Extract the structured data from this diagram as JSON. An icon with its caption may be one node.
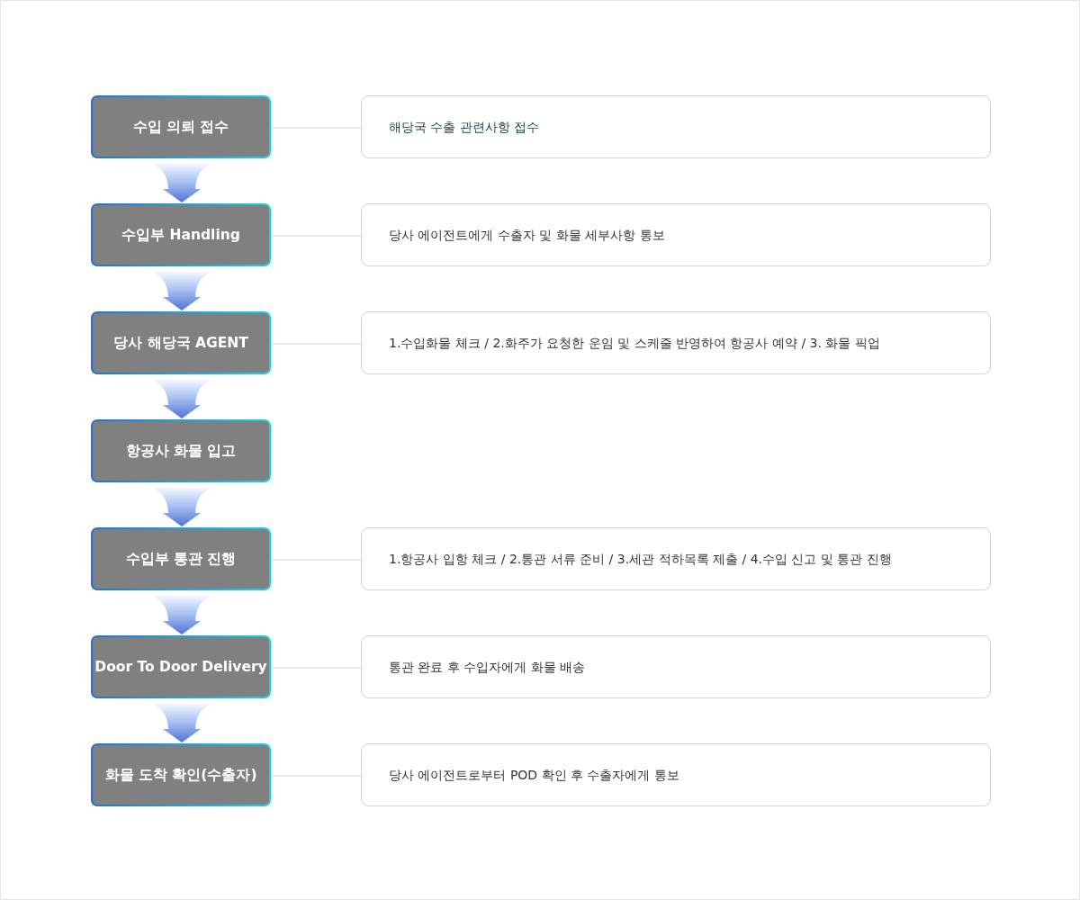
{
  "diagram": {
    "nodes": [
      {
        "text": [
          "수입 의뢰 접수"
        ]
      },
      {
        "text": [
          "해당국 수출 관련사항 접수"
        ]
      },
      {
        "text": [
          "수입부 Handling"
        ]
      },
      {
        "text": [
          "당사 에이전트에게 수출자 및 화물 세부사항 통보"
        ]
      },
      {
        "text": [
          "당사 해당국 AGENT"
        ]
      },
      {
        "text": [
          "1.수입화물 체크 / 2.화주가 요청한 운임 및 스케줄 반영하여 항공사 예약 / 3. 화물 픽업"
        ]
      },
      {
        "text": [
          "항공사 화물 입고"
        ]
      },
      {
        "text": [
          "수입부 통관 진행"
        ]
      },
      {
        "text": [
          "1.항공사 입항 체크 / 2.통관 서류 준비 / 3.세관 적하목록 제출 / 4.수입 신고 및 통관 진행"
        ]
      },
      {
        "text": [
          "Door To Door Delivery"
        ]
      },
      {
        "text": [
          "통관 완료 후 수입자에게 화물 배송"
        ]
      },
      {
        "text": [
          "화물 도착 확인(수출자)"
        ]
      },
      {
        "text": [
          "당사 에이전트로부터 POD 확인 후 수출자에게 통보"
        ]
      }
    ],
    "edges": [
      {
        "from": 0,
        "to": 1,
        "arrow": "none"
      },
      {
        "from": 0,
        "to": 2,
        "arrow": "to",
        "style": "thick"
      },
      {
        "from": 2,
        "to": 3,
        "arrow": "none"
      },
      {
        "from": 2,
        "to": 4,
        "arrow": "to",
        "style": "thick"
      },
      {
        "from": 4,
        "to": 5,
        "arrow": "none"
      },
      {
        "from": 4,
        "to": 6,
        "arrow": "to",
        "style": "thick"
      },
      {
        "from": 6,
        "to": 7,
        "arrow": "to",
        "style": "thick"
      },
      {
        "from": 7,
        "to": 8,
        "arrow": "none"
      },
      {
        "from": 7,
        "to": 9,
        "arrow": "to",
        "style": "thick"
      },
      {
        "from": 9,
        "to": 10,
        "arrow": "none"
      },
      {
        "from": 9,
        "to": 11,
        "arrow": "to",
        "style": "thick"
      },
      {
        "from": 11,
        "to": 12,
        "arrow": "none"
      }
    ]
  }
}
